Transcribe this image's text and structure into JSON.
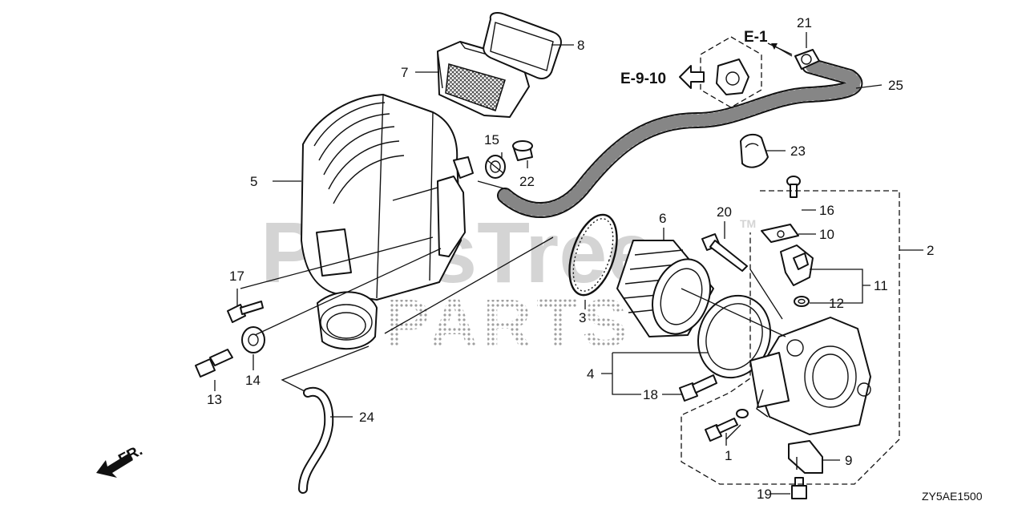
{
  "watermark": {
    "line1": "PartsTree",
    "line2": "PARTS",
    "tm": "TM"
  },
  "callouts": [
    "1",
    "2",
    "3",
    "4",
    "5",
    "6",
    "7",
    "8",
    "9",
    "10",
    "11",
    "12",
    "13",
    "14",
    "15",
    "16",
    "17",
    "18",
    "19",
    "20",
    "21",
    "22",
    "23",
    "24",
    "25"
  ],
  "refs": {
    "e1": "E-1",
    "e910": "E-9-10"
  },
  "front_label": "FR.",
  "diagram_code": "ZY5AE1500"
}
